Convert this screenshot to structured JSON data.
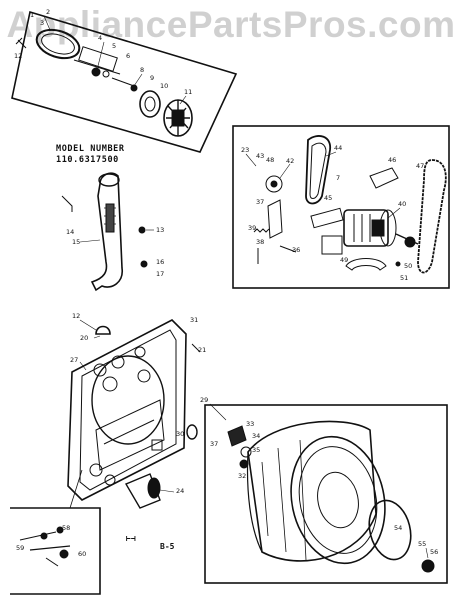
{
  "watermark": "AppliancePartsPros.com",
  "model_label": "MODEL NUMBER",
  "model_number": "110.6317500",
  "page_code": "B-5",
  "footer_mark": "⊢⊣",
  "callouts": {
    "top_box": [
      "1",
      "2",
      "3",
      "12",
      "4",
      "5",
      "6",
      "8",
      "9",
      "10",
      "11"
    ],
    "motor_box": [
      "23",
      "43",
      "48",
      "42",
      "44",
      "7",
      "46",
      "47",
      "37",
      "45",
      "40",
      "39",
      "38",
      "36",
      "49",
      "50",
      "51"
    ],
    "exhaust": [
      "14",
      "13",
      "15",
      "16",
      "17"
    ],
    "bulkhead": [
      "12",
      "20",
      "27",
      "31",
      "21",
      "30",
      "24"
    ],
    "drum": [
      "29",
      "33",
      "34",
      "35",
      "32",
      "37",
      "54",
      "55",
      "56"
    ],
    "inset": [
      "58",
      "59",
      "60"
    ]
  }
}
